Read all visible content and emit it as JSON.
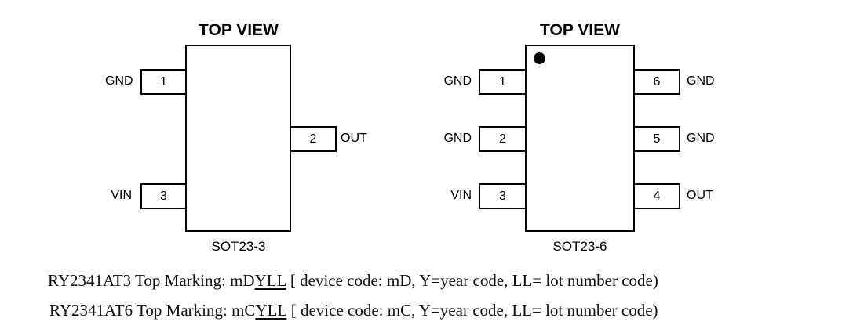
{
  "diagrams": [
    {
      "title": "TOP VIEW",
      "package": "SOT23-3",
      "pins": [
        {
          "number": "1",
          "name": "GND",
          "side": "left"
        },
        {
          "number": "2",
          "name": "OUT",
          "side": "right"
        },
        {
          "number": "3",
          "name": "VIN",
          "side": "left"
        }
      ]
    },
    {
      "title": "TOP VIEW",
      "package": "SOT23-6",
      "pin1_marker": "dot",
      "pins": [
        {
          "number": "1",
          "name": "GND",
          "side": "left"
        },
        {
          "number": "2",
          "name": "GND",
          "side": "left"
        },
        {
          "number": "3",
          "name": "VIN",
          "side": "left"
        },
        {
          "number": "4",
          "name": "OUT",
          "side": "right"
        },
        {
          "number": "5",
          "name": "GND",
          "side": "right"
        },
        {
          "number": "6",
          "name": "GND",
          "side": "right"
        }
      ]
    }
  ],
  "markings": [
    {
      "part": "RY2341AT3",
      "label": " Top Marking: ",
      "code_prefix": "mD",
      "code_underlined": "YLL",
      "description": " [ device code: mD, Y=year code, LL= lot number code)"
    },
    {
      "part": "RY2341AT6",
      "label": " Top Marking: ",
      "code_prefix": "mC",
      "code_underlined": "YLL",
      "description": " [ device code: mC, Y=year code, LL= lot number code)"
    }
  ]
}
